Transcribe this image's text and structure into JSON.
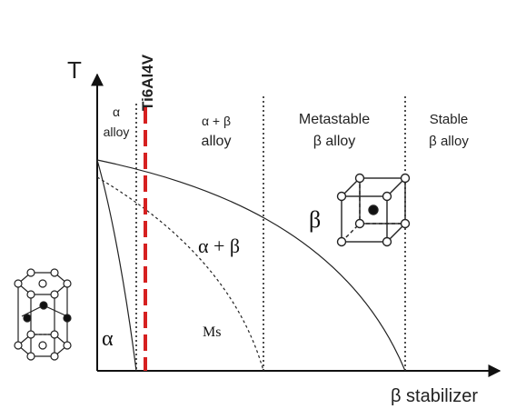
{
  "axes": {
    "y_label": "T",
    "x_label": "β stabilizer"
  },
  "marker": {
    "label": "Ti6Al4V",
    "color": "#d62020"
  },
  "regions": {
    "alpha": {
      "line1": "α",
      "line2": "alloy"
    },
    "alpha_beta": {
      "line1": "α + β",
      "line2": "alloy"
    },
    "metastable": {
      "line1": "Metastable",
      "line2": "β alloy"
    },
    "stable": {
      "line1": "Stable",
      "line2": "β alloy"
    }
  },
  "phase_labels": {
    "alpha": "α",
    "alpha_plus_beta": "α + β",
    "beta": "β",
    "ms": "Ms"
  },
  "structures": {
    "left": "hcp-unit-cell-icon",
    "right": "bcc-unit-cell-icon"
  }
}
